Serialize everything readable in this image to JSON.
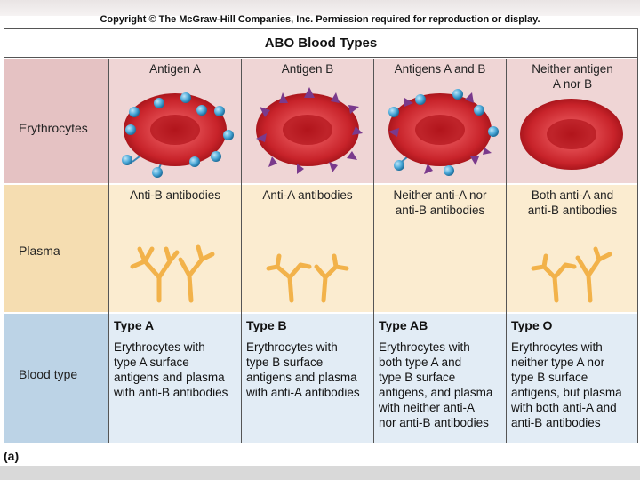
{
  "copyright": "Copyright © The McGraw-Hill Companies, Inc. Permission required for reproduction or display.",
  "title": "ABO Blood Types",
  "row_labels": {
    "erythrocytes": "Erythrocytes",
    "plasma": "Plasma",
    "blood_type": "Blood type"
  },
  "columns": [
    {
      "antigen_line1": "Antigen A",
      "antigen_line2": "",
      "plasma_line1": "Anti-B antibodies",
      "plasma_line2": "",
      "type_name": "Type A",
      "desc": [
        "Erythrocytes with",
        "type A surface",
        "antigens and plasma",
        "with anti-B antibodies"
      ]
    },
    {
      "antigen_line1": "Antigen B",
      "antigen_line2": "",
      "plasma_line1": "Anti-A antibodies",
      "plasma_line2": "",
      "type_name": "Type B",
      "desc": [
        "Erythrocytes with",
        "type B surface",
        "antigens and plasma",
        "with anti-A antibodies"
      ]
    },
    {
      "antigen_line1": "Antigens A and B",
      "antigen_line2": "",
      "plasma_line1": "Neither anti-A nor",
      "plasma_line2": "anti-B antibodies",
      "type_name": "Type AB",
      "desc": [
        "Erythrocytes with",
        "both type A and",
        "type B surface",
        "antigens, and plasma",
        "with neither anti-A",
        "nor anti-B antibodies"
      ]
    },
    {
      "antigen_line1": "Neither antigen",
      "antigen_line2": "A nor B",
      "plasma_line1": "Both anti-A and",
      "plasma_line2": "anti-B antibodies",
      "type_name": "Type O",
      "desc": [
        "Erythrocytes with",
        "neither type A nor",
        "type B surface",
        "antigens, but plasma",
        "with both anti-A and",
        "anti-B antibodies"
      ]
    }
  ],
  "figure_label": "(a)",
  "colors": {
    "rbc_outer": "#c8232a",
    "rbc_inner": "#e0474c",
    "antigen_a": "#4aa8d8",
    "antigen_b": "#7a3a8c",
    "antibody": "#f2b24a"
  }
}
